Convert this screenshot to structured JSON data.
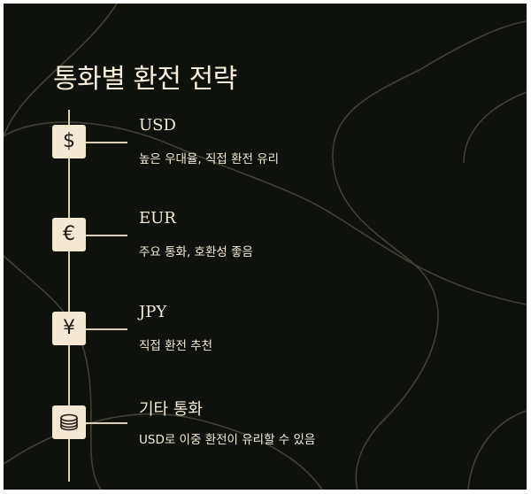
{
  "title": "통화별 환전 전략",
  "colors": {
    "background": "#0f110c",
    "text": "#f5ecd9",
    "icon_box": "#f3e8d2",
    "line": "#d8cdb7"
  },
  "items": [
    {
      "icon": "dollar-icon",
      "symbol": "$",
      "name": "USD",
      "desc": "높은 우대율, 직접 환전 유리"
    },
    {
      "icon": "euro-icon",
      "symbol": "€",
      "name": "EUR",
      "desc": "주요 통화, 호환성 좋음"
    },
    {
      "icon": "yen-icon",
      "symbol": "¥",
      "name": "JPY",
      "desc": "직접 환전 추천"
    },
    {
      "icon": "coins-icon",
      "symbol": "",
      "name": "기타 통화",
      "desc": "USD로 이중 환전이 유리할 수 있음"
    }
  ]
}
